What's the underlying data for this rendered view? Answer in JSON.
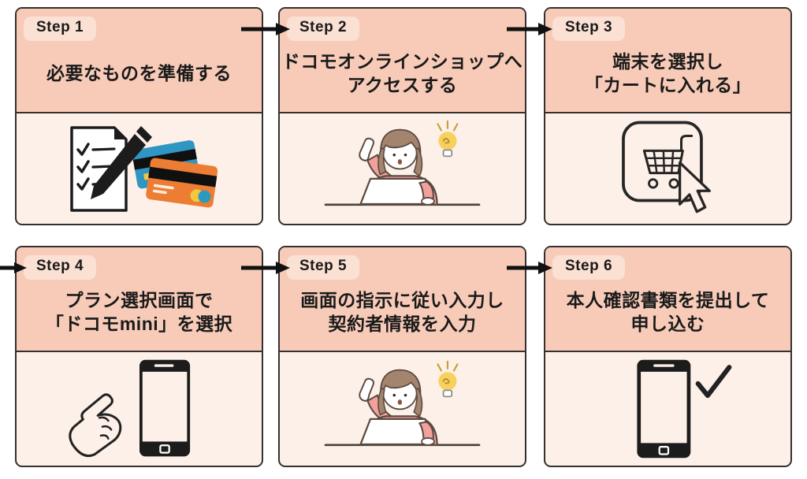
{
  "page": {
    "background": "#ffffff",
    "language": "ja",
    "description_labels": {
      "diagram_type": "6-step process flow"
    }
  },
  "colors": {
    "card_header_bg": "#f7cbb8",
    "card_body_bg": "#fdf0e8",
    "badge_bg": "#fbe0d4",
    "card_border": "#35302d",
    "arrow": "#111111",
    "title_text": "#1a1a1a",
    "illustration_blue_card": "#2f96c4",
    "illustration_orange_card": "#ec7d33",
    "illustration_sweater_pink": "#f2a19d",
    "illustration_hair_brown": "#a5846e",
    "illustration_bulb_yellow": "#f8d05e"
  },
  "steps": [
    {
      "label": "Step 1",
      "title_line1": "必要なものを準備する",
      "title_line2": "",
      "illustration": "checklist-and-credit-cards"
    },
    {
      "label": "Step 2",
      "title_line1": "ドコモオンラインショップへ",
      "title_line2": "アクセスする",
      "illustration": "woman-at-laptop"
    },
    {
      "label": "Step 3",
      "title_line1": "端末を選択し",
      "title_line2": "「カートに入れる」",
      "illustration": "cart-with-cursor"
    },
    {
      "label": "Step 4",
      "title_line1": "プラン選択画面で",
      "title_line2": "「ドコモmini」を選択",
      "illustration": "hand-pointing-smartphone"
    },
    {
      "label": "Step 5",
      "title_line1": "画面の指示に従い入力し",
      "title_line2": "契約者情報を入力",
      "illustration": "woman-at-laptop"
    },
    {
      "label": "Step 6",
      "title_line1": "本人確認書類を提出して",
      "title_line2": "申し込む",
      "illustration": "smartphone-with-checkmark"
    }
  ],
  "arrows": [
    {
      "from": "step-1",
      "to": "step-2"
    },
    {
      "from": "step-2",
      "to": "step-3"
    },
    {
      "from": "edge",
      "to": "step-4"
    },
    {
      "from": "step-4",
      "to": "step-5"
    },
    {
      "from": "step-5",
      "to": "step-6"
    }
  ]
}
